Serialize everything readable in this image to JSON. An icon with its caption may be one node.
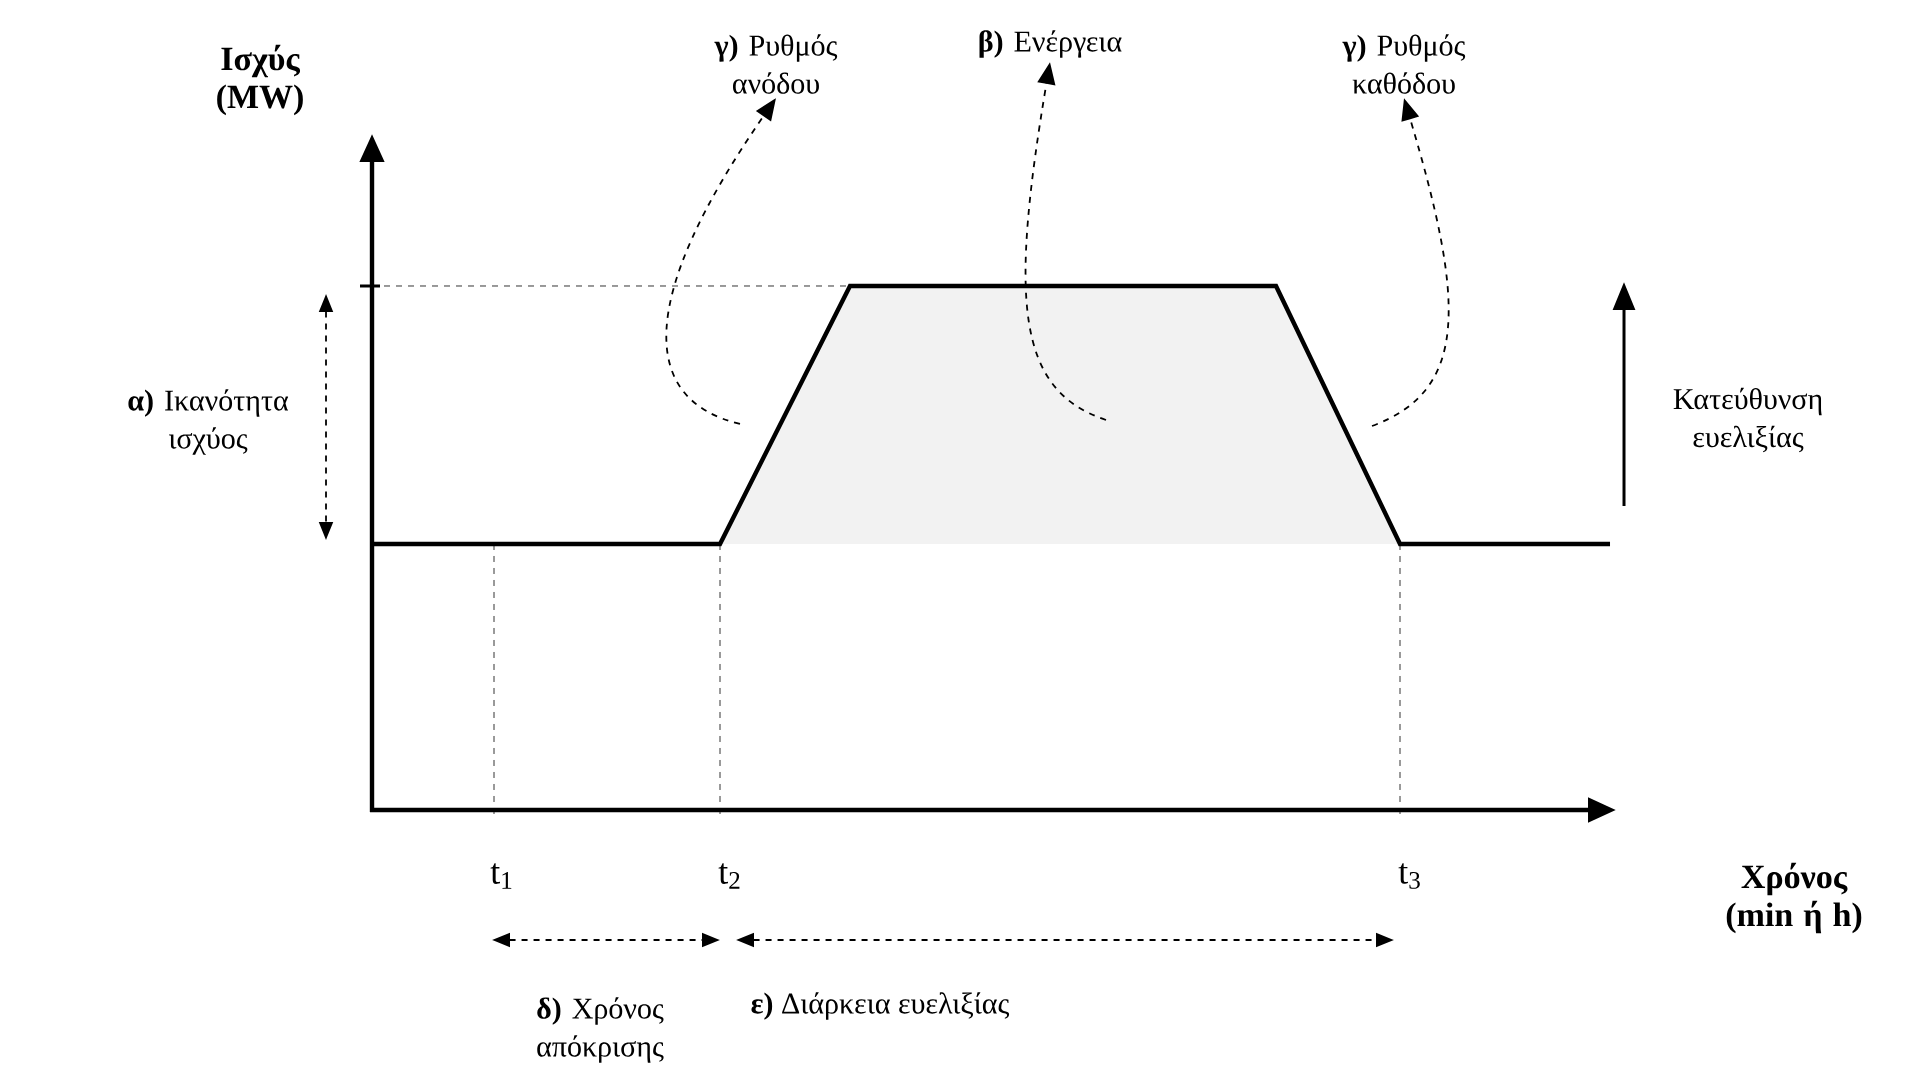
{
  "diagram": {
    "nodes": [
      {
        "text": [
          "**γ)** Ρυθμός ανόδου"
        ]
      },
      {
        "text": [
          "**β)** Ενέργεια"
        ]
      },
      {
        "text": [
          "**γ)** Ρυθμός καθόδου"
        ]
      }
    ],
    "edges": [
      {
        "from": null,
        "to": 0,
        "arrow": "to",
        "style": "dashed"
      },
      {
        "from": null,
        "to": 1,
        "arrow": "to",
        "style": "dashed"
      },
      {
        "from": null,
        "to": 2,
        "arrow": "to",
        "style": "dashed"
      }
    ],
    "labels": [
      "Ισχύς (MW)",
      "**α)** Ικανότητα ισχύος",
      "Κατεύθυνση ευελιξίας",
      "t$_{1}$",
      "t$_{2}$",
      "t$_{3}$",
      "Χρόνος (min ή h)",
      "**δ)** Χρόνος απόκρισης",
      "**ε)** Διάρκεια ευελιξίας"
    ]
  }
}
